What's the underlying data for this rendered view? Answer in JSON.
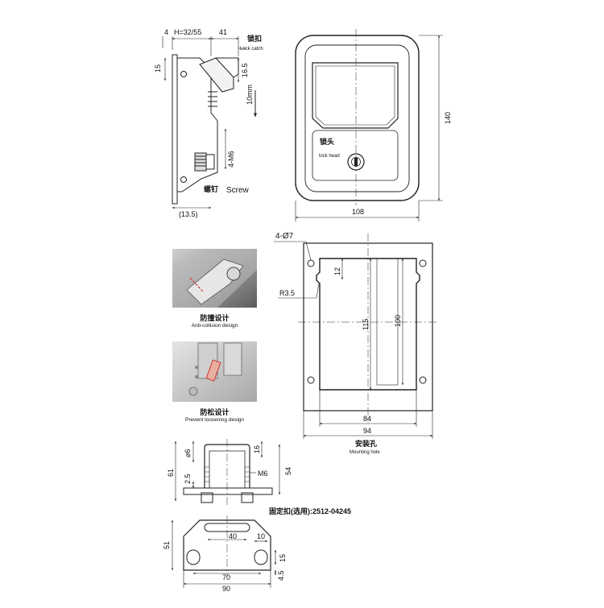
{
  "side_view": {
    "dims": {
      "d4": "4",
      "dH": "H=32/55",
      "d41": "41",
      "d15": "15",
      "d16_5": "16.5",
      "d10mm": "10mm",
      "d4m6": "4-M6",
      "d13_5": "(13.5)"
    },
    "lock_catch_cn": "锁扣",
    "lock_catch_en": "Lock catch",
    "screw_cn": "螺钉",
    "screw_en": "Screw"
  },
  "front_view": {
    "dims": {
      "height": "140",
      "width": "108"
    },
    "lock_head_cn": "锁头",
    "lock_head_en": "lock head"
  },
  "photos": [
    {
      "cn": "防撞设计",
      "en": "Anti-collision design"
    },
    {
      "cn": "防松设计",
      "en": "Prevent loosening design"
    }
  ],
  "mounting_hole": {
    "dims": {
      "holes": "4-Ø7",
      "d12": "12",
      "r3_5": "R3.5",
      "d115": "115",
      "d100": "100",
      "d84": "84",
      "d94": "94"
    },
    "caption_cn": "安装孔",
    "caption_en": "Mounting hole"
  },
  "catch_part": {
    "dims": {
      "phi6": "⌀6",
      "d16": "16",
      "d61": "61",
      "d2_5": "2.5",
      "m6": "M6",
      "d54": "54",
      "d51": "51",
      "d40": "40",
      "d10": "10",
      "d15": "15",
      "d70": "70",
      "d90": "90",
      "d4_5": "4.5"
    },
    "caption": "固定扣(选用):2512-04245"
  }
}
